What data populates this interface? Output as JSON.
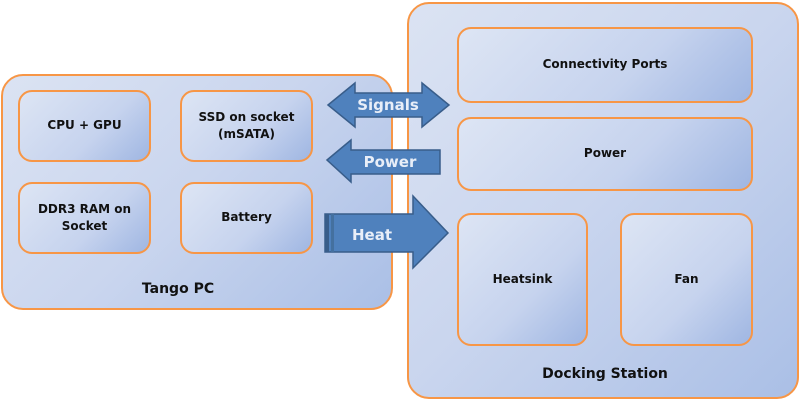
{
  "diagram": {
    "left_panel": {
      "title": "Tango PC",
      "components": [
        {
          "label": "CPU + GPU"
        },
        {
          "label": "SSD on socket\n(mSATA)"
        },
        {
          "label": "DDR3 RAM on\nSocket"
        },
        {
          "label": "Battery"
        }
      ]
    },
    "right_panel": {
      "title": "Docking Station",
      "components": [
        {
          "label": "Connectivity Ports"
        },
        {
          "label": "Power"
        },
        {
          "label": "Heatsink"
        },
        {
          "label": "Fan"
        }
      ]
    },
    "arrows": [
      {
        "label": "Signals",
        "direction": "bidirectional"
      },
      {
        "label": "Power",
        "direction": "right-to-left"
      },
      {
        "label": "Heat",
        "direction": "left-to-right"
      }
    ],
    "colors": {
      "border": "#f79646",
      "arrow_fill": "#4f81bd",
      "arrow_stroke": "#385d8a",
      "panel_fill": "#c9d5ee"
    }
  }
}
